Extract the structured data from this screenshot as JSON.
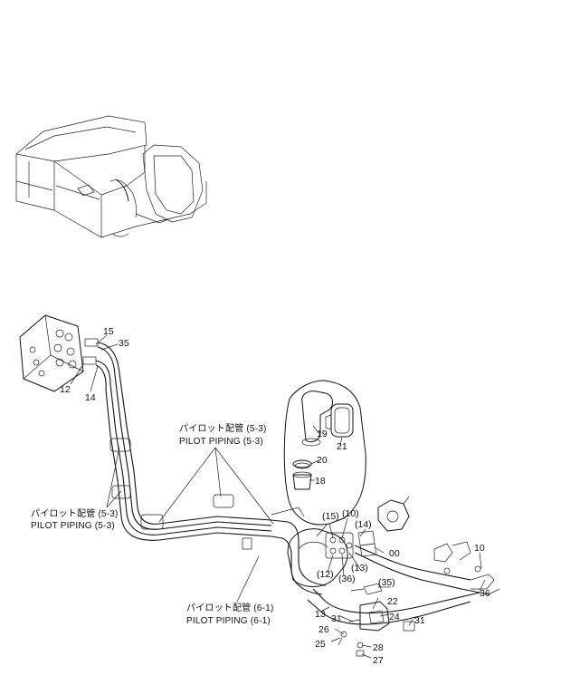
{
  "callouts": {
    "c15": "15",
    "c35a": "35",
    "c12": "12",
    "c14a": "14",
    "c19": "19",
    "c21": "21",
    "c20": "20",
    "c18": "18",
    "c15p": "(15)",
    "c10p": "(10)",
    "c14b": "(14)",
    "c00": "00",
    "c12p": "(12)",
    "c36p": "(36)",
    "c13p": "(13)",
    "c10": "10",
    "c36": "36",
    "c35p": "(35)",
    "c13": "13",
    "c22": "22",
    "c31a": "31",
    "c24": "24",
    "c31b": "31",
    "c26": "26",
    "c28": "28",
    "c25": "25",
    "c27": "27"
  },
  "labels": {
    "pilot_53_top_jp": "パイロット配管 (5-3)",
    "pilot_53_top_en": "PILOT  PIPING (5-3)",
    "pilot_53_left_jp": "パイロット配管 (5-3)",
    "pilot_53_left_en": "PILOT  PIPING (5-3)",
    "pilot_61_jp": "パイロット配管 (6-1)",
    "pilot_61_en": "PILOT  PIPING (6-1)"
  }
}
